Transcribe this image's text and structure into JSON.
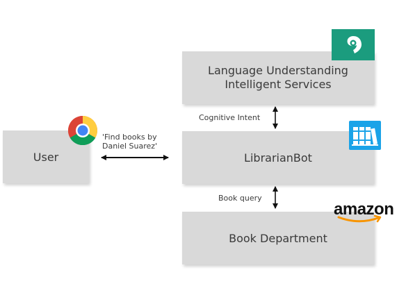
{
  "nodes": {
    "user": "User",
    "luis": [
      "Language Understanding",
      "Intelligent Services"
    ],
    "librarian": "LibrarianBot",
    "book_department": "Book Department"
  },
  "edges": {
    "user_message": [
      "'Find books by",
      "Daniel Suarez'"
    ],
    "cognitive_intent": "Cognitive Intent",
    "book_query": "Book query"
  },
  "logos": {
    "amazon": "amazon",
    "chrome": "chrome-icon",
    "cognitive_services": "cognitive-services-icon",
    "bot": "library-books-icon"
  },
  "colors": {
    "box": "#d9d9d9",
    "cognitive_badge": "#1b9c7e",
    "bot_badge": "#1aa3e8",
    "amazon_arrow": "#f79400"
  }
}
